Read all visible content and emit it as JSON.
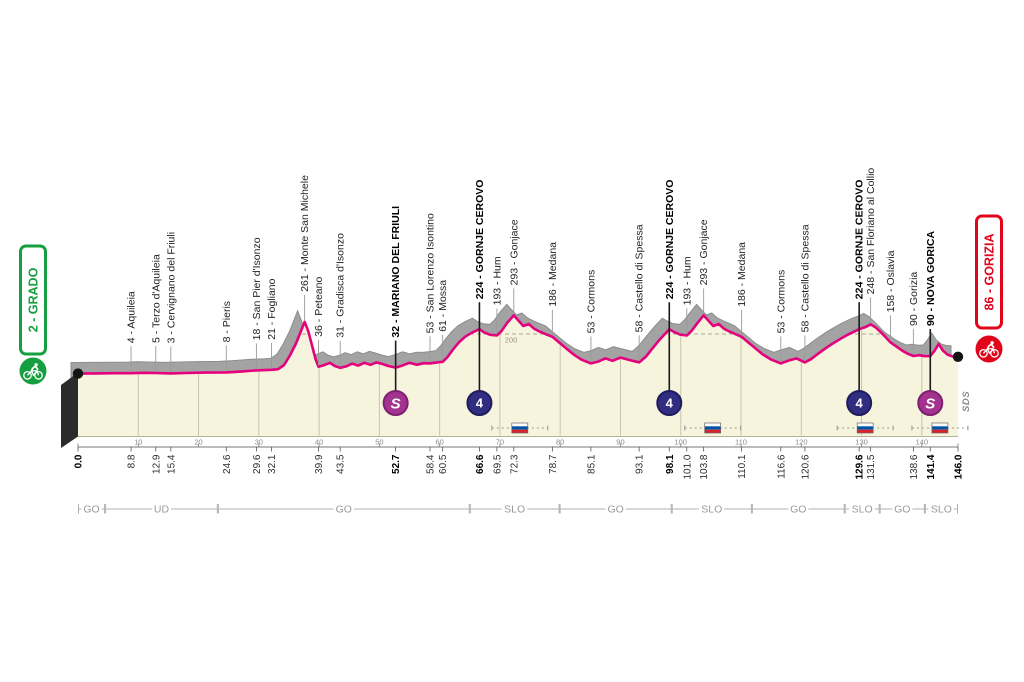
{
  "badges": {
    "start": {
      "label": "2 - GRADO"
    },
    "finish": {
      "label": "86 - GORIZIA"
    }
  },
  "credits": {
    "label": "SDS"
  },
  "colors": {
    "start_green": "#169f41",
    "finish_red": "#e1051c",
    "route_pink": "#e5007d",
    "profile_fill": "#f7f4dd",
    "shadow_gray": "#a3a3a3",
    "shadow_edge": "#8d8d8d",
    "left_slab": "#2b2b2b",
    "sprint_purple": "#a4338f",
    "sprint_border": "#7c2070",
    "cat4_navy": "#312e82",
    "cat4_border": "#1f1c5e",
    "flag_blue": "#0054a5",
    "flag_red": "#d8232a"
  },
  "chart_data": {
    "type": "area",
    "x_range": [
      0,
      146
    ],
    "elevation_gridline_value": 200,
    "elevation_gridline_label": "200",
    "axis_tick_step_km": 10,
    "axis_tick_labels": [
      "10",
      "20",
      "30",
      "40",
      "50",
      "60",
      "70",
      "80",
      "90",
      "100",
      "110",
      "120",
      "130",
      "140"
    ],
    "start": {
      "km": 0,
      "elevation": 2,
      "distance_label": "0.0"
    },
    "finish": {
      "km": 146,
      "elevation": 86,
      "distance_label": "146.0"
    },
    "waypoints": [
      {
        "km": 8.8,
        "elevation": 4,
        "label": "4 - Aquileia",
        "distance_label": "8.8"
      },
      {
        "km": 12.9,
        "elevation": 5,
        "label": "5 - Terzo d'Aquileia",
        "distance_label": "12.9"
      },
      {
        "km": 15.4,
        "elevation": 3,
        "label": "3 - Cervignano del Friuli",
        "distance_label": "15.4"
      },
      {
        "km": 24.6,
        "elevation": 8,
        "label": "8 - Pieris",
        "distance_label": "24.6"
      },
      {
        "km": 29.6,
        "elevation": 18,
        "label": "18 - San Pier d'Isonzo",
        "distance_label": "29.6"
      },
      {
        "km": 32.1,
        "elevation": 21,
        "label": "21 - Fogliano",
        "distance_label": "32.1"
      },
      {
        "km": 37.6,
        "elevation": 261,
        "label": "261 - Monte San Michele"
      },
      {
        "km": 39.9,
        "elevation": 36,
        "label": "36 - Peteano",
        "distance_label": "39.9"
      },
      {
        "km": 43.5,
        "elevation": 31,
        "label": "31 - Gradisca d'Isonzo",
        "distance_label": "43.5"
      },
      {
        "km": 52.7,
        "elevation": 32,
        "label": "32 - MARIANO DEL FRIULI",
        "distance_label": "52.7",
        "bold": true,
        "marker": "sprint"
      },
      {
        "km": 58.4,
        "elevation": 53,
        "label": "53 - San Lorenzo Isontino",
        "distance_label": "58.4"
      },
      {
        "km": 60.5,
        "elevation": 61,
        "label": "61 - Mossa",
        "distance_label": "60.5"
      },
      {
        "km": 66.6,
        "elevation": 224,
        "label": "224 - GORNJE CEROVO",
        "distance_label": "66.6",
        "bold": true,
        "marker": "cat4"
      },
      {
        "km": 69.5,
        "elevation": 193,
        "label": "193 - Hum",
        "distance_label": "69.5"
      },
      {
        "km": 72.3,
        "elevation": 293,
        "label": "293 - Gonjace",
        "distance_label": "72.3"
      },
      {
        "km": 78.7,
        "elevation": 186,
        "label": "186 - Medana",
        "distance_label": "78.7"
      },
      {
        "km": 85.1,
        "elevation": 53,
        "label": "53 - Cormons",
        "distance_label": "85.1"
      },
      {
        "km": 93.1,
        "elevation": 58,
        "label": "58 - Castello di Spessa",
        "distance_label": "93.1"
      },
      {
        "km": 98.1,
        "elevation": 224,
        "label": "224 - GORNJE CEROVO",
        "distance_label": "98.1",
        "bold": true,
        "marker": "cat4"
      },
      {
        "km": 101.0,
        "elevation": 193,
        "label": "193 - Hum",
        "distance_label": "101.0"
      },
      {
        "km": 103.8,
        "elevation": 293,
        "label": "293 - Gonjace",
        "distance_label": "103.8"
      },
      {
        "km": 110.1,
        "elevation": 186,
        "label": "186 - Medana",
        "distance_label": "110.1"
      },
      {
        "km": 116.6,
        "elevation": 53,
        "label": "53 - Cormons",
        "distance_label": "116.6"
      },
      {
        "km": 120.6,
        "elevation": 58,
        "label": "58 - Castello di Spessa",
        "distance_label": "120.6"
      },
      {
        "km": 129.6,
        "elevation": 224,
        "label": "224 - GORNJE CEROVO",
        "distance_label": "129.6",
        "bold": true,
        "marker": "cat4"
      },
      {
        "km": 131.5,
        "elevation": 248,
        "label": "248 - San Floriano al Collio",
        "distance_label": "131.5"
      },
      {
        "km": 134.8,
        "elevation": 158,
        "label": "158 - Oslavia"
      },
      {
        "km": 138.6,
        "elevation": 90,
        "label": "90 - Gorizia",
        "distance_label": "138.6"
      },
      {
        "km": 141.4,
        "elevation": 90,
        "label": "90 - NOVA GORICA",
        "distance_label": "141.4",
        "bold": true,
        "marker": "sprint"
      }
    ],
    "flag_markers_km": [
      73.3,
      105.3,
      130.6,
      143.0
    ],
    "regions": [
      {
        "label": "GO",
        "from": 0,
        "to": 4.5
      },
      {
        "label": "UD",
        "from": 4.5,
        "to": 23.2
      },
      {
        "label": "GO",
        "from": 23.2,
        "to": 65.0
      },
      {
        "label": "SLO",
        "from": 65.0,
        "to": 79.9
      },
      {
        "label": "GO",
        "from": 79.9,
        "to": 98.5
      },
      {
        "label": "SLO",
        "from": 98.5,
        "to": 111.8
      },
      {
        "label": "GO",
        "from": 111.8,
        "to": 127.2
      },
      {
        "label": "SLO",
        "from": 127.2,
        "to": 133.0
      },
      {
        "label": "GO",
        "from": 133.0,
        "to": 140.5
      },
      {
        "label": "SLO",
        "from": 140.5,
        "to": 146
      }
    ],
    "profile": [
      [
        0,
        2
      ],
      [
        3,
        3
      ],
      [
        6,
        4
      ],
      [
        8.8,
        4
      ],
      [
        11,
        6
      ],
      [
        12.9,
        5
      ],
      [
        15.4,
        3
      ],
      [
        18,
        5
      ],
      [
        21,
        7
      ],
      [
        24.6,
        8
      ],
      [
        27,
        12
      ],
      [
        29.6,
        18
      ],
      [
        32.1,
        21
      ],
      [
        33.2,
        24
      ],
      [
        34.2,
        45
      ],
      [
        35.2,
        95
      ],
      [
        36.2,
        155
      ],
      [
        37,
        215
      ],
      [
        37.6,
        261
      ],
      [
        38.2,
        215
      ],
      [
        38.8,
        145
      ],
      [
        39.4,
        75
      ],
      [
        39.9,
        36
      ],
      [
        40.8,
        44
      ],
      [
        41.8,
        56
      ],
      [
        42.6,
        40
      ],
      [
        43.5,
        31
      ],
      [
        44.5,
        38
      ],
      [
        45.5,
        52
      ],
      [
        46.5,
        42
      ],
      [
        47.5,
        56
      ],
      [
        48.5,
        46
      ],
      [
        49.5,
        58
      ],
      [
        50.5,
        50
      ],
      [
        51.5,
        40
      ],
      [
        52.7,
        32
      ],
      [
        53.8,
        42
      ],
      [
        55,
        56
      ],
      [
        56.2,
        46
      ],
      [
        57.3,
        54
      ],
      [
        58.4,
        53
      ],
      [
        59.4,
        57
      ],
      [
        60.5,
        61
      ],
      [
        61.3,
        85
      ],
      [
        62.2,
        122
      ],
      [
        63.2,
        158
      ],
      [
        64.2,
        186
      ],
      [
        65.3,
        206
      ],
      [
        66.6,
        224
      ],
      [
        67.4,
        208
      ],
      [
        68.4,
        196
      ],
      [
        69.5,
        193
      ],
      [
        70.3,
        216
      ],
      [
        71.2,
        256
      ],
      [
        72.3,
        293
      ],
      [
        73.1,
        266
      ],
      [
        73.9,
        240
      ],
      [
        74.8,
        250
      ],
      [
        75.7,
        226
      ],
      [
        76.6,
        212
      ],
      [
        77.6,
        199
      ],
      [
        78.7,
        186
      ],
      [
        79.8,
        158
      ],
      [
        81,
        128
      ],
      [
        82.2,
        98
      ],
      [
        83.5,
        72
      ],
      [
        85.1,
        53
      ],
      [
        86.3,
        62
      ],
      [
        87.5,
        78
      ],
      [
        88.7,
        66
      ],
      [
        90,
        82
      ],
      [
        91.5,
        70
      ],
      [
        93.1,
        58
      ],
      [
        94.2,
        86
      ],
      [
        95.3,
        128
      ],
      [
        96.4,
        168
      ],
      [
        97.3,
        198
      ],
      [
        98.1,
        224
      ],
      [
        98.9,
        210
      ],
      [
        99.9,
        197
      ],
      [
        101,
        193
      ],
      [
        101.8,
        216
      ],
      [
        102.8,
        256
      ],
      [
        103.8,
        293
      ],
      [
        104.6,
        266
      ],
      [
        105.4,
        240
      ],
      [
        106.3,
        250
      ],
      [
        107.2,
        226
      ],
      [
        108.1,
        212
      ],
      [
        109.1,
        199
      ],
      [
        110.1,
        186
      ],
      [
        111.2,
        158
      ],
      [
        112.4,
        128
      ],
      [
        113.6,
        98
      ],
      [
        115,
        72
      ],
      [
        116.6,
        53
      ],
      [
        117.8,
        66
      ],
      [
        119.2,
        78
      ],
      [
        120.6,
        58
      ],
      [
        121.6,
        74
      ],
      [
        122.8,
        102
      ],
      [
        124,
        128
      ],
      [
        125.2,
        152
      ],
      [
        126.5,
        176
      ],
      [
        127.8,
        198
      ],
      [
        129.6,
        224
      ],
      [
        130.5,
        233
      ],
      [
        131.5,
        248
      ],
      [
        132.3,
        234
      ],
      [
        133.2,
        209
      ],
      [
        134,
        184
      ],
      [
        134.8,
        158
      ],
      [
        135.8,
        137
      ],
      [
        136.8,
        116
      ],
      [
        137.7,
        101
      ],
      [
        138.6,
        90
      ],
      [
        139.6,
        94
      ],
      [
        140.5,
        89
      ],
      [
        141.4,
        90
      ],
      [
        142.1,
        116
      ],
      [
        142.8,
        150
      ],
      [
        143.5,
        117
      ],
      [
        144.3,
        96
      ],
      [
        145.1,
        88
      ],
      [
        146,
        86
      ]
    ]
  }
}
